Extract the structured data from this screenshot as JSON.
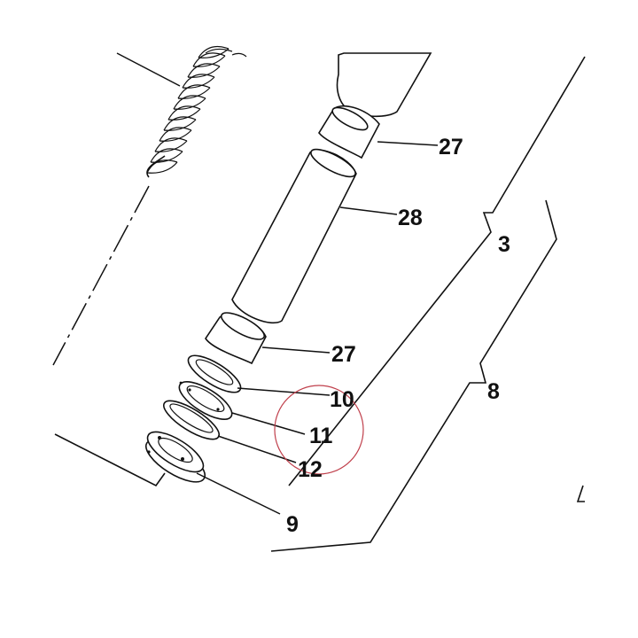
{
  "callouts": [
    {
      "id": "part-27-upper",
      "text": "27"
    },
    {
      "id": "part-28",
      "text": "28"
    },
    {
      "id": "part-3",
      "text": "3"
    },
    {
      "id": "part-27-lower",
      "text": "27"
    },
    {
      "id": "part-10",
      "text": "10"
    },
    {
      "id": "part-8",
      "text": "8"
    },
    {
      "id": "part-11",
      "text": "11"
    },
    {
      "id": "part-12",
      "text": "12"
    },
    {
      "id": "part-9",
      "text": "9"
    }
  ],
  "colors": {
    "ink": "#111111",
    "highlight_circle": "#c0404c",
    "background": "#ffffff"
  }
}
